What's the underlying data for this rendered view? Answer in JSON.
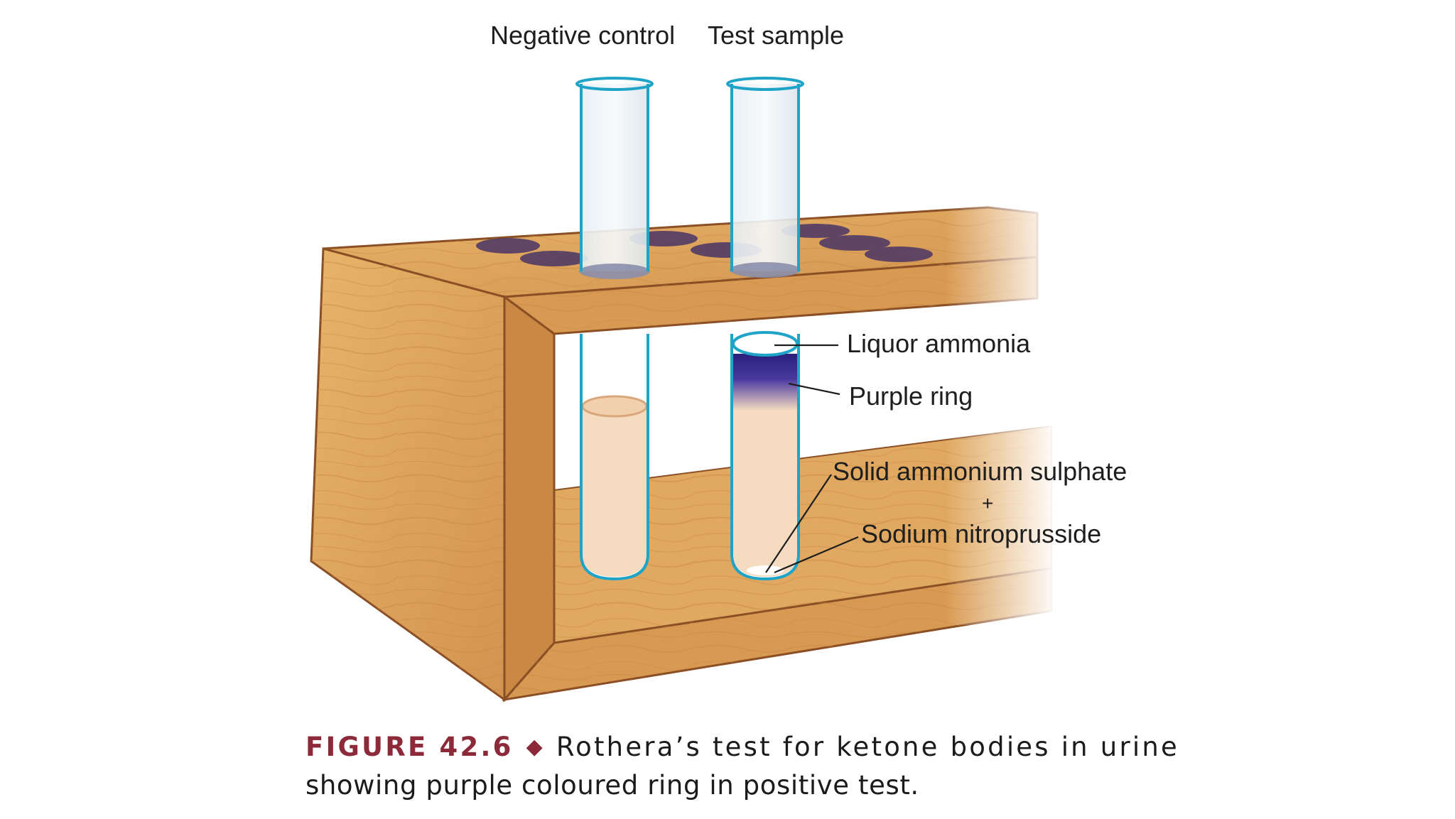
{
  "labels": {
    "negative_control": "Negative control",
    "test_sample": "Test sample",
    "liquor_ammonia": "Liquor ammonia",
    "purple_ring": "Purple ring",
    "solid_ammonium_sulphate": "Solid ammonium sulphate",
    "plus": "+",
    "sodium_nitroprusside": "Sodium nitroprusside"
  },
  "caption": {
    "figure_number": "FIGURE 42.6",
    "diamond": "◆",
    "line1": "Rothera’s test for ketone bodies in urine",
    "line2": "showing purple coloured ring in positive test."
  },
  "colors": {
    "wood": "#d9a25c",
    "wood_edge": "#8a4f24",
    "tube_outline": "#1fa4c8",
    "urine": "#f5dcc0",
    "purple_ring": "#3a2a8a",
    "caption_accent": "#8c2a3a"
  }
}
